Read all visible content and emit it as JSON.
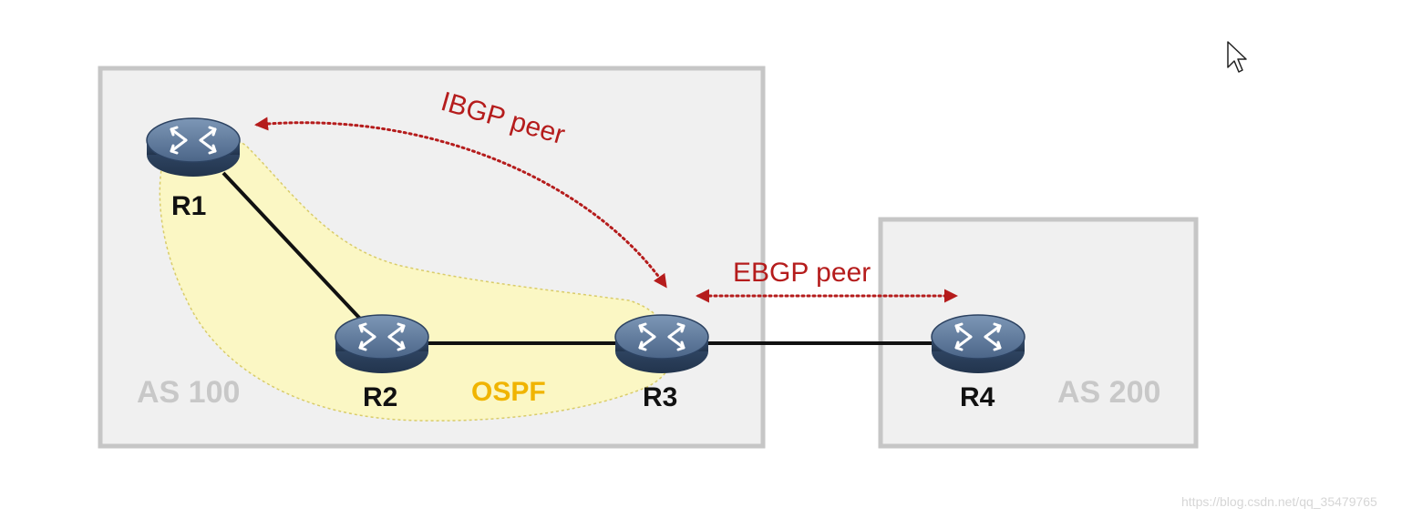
{
  "diagram": {
    "as_boxes": [
      {
        "id": "as100",
        "label": "AS 100"
      },
      {
        "id": "as200",
        "label": "AS 200"
      }
    ],
    "routers": [
      {
        "id": "r1",
        "label": "R1"
      },
      {
        "id": "r2",
        "label": "R2"
      },
      {
        "id": "r3",
        "label": "R3"
      },
      {
        "id": "r4",
        "label": "R4"
      }
    ],
    "links": [
      {
        "from": "R1",
        "to": "R2"
      },
      {
        "from": "R2",
        "to": "R3"
      },
      {
        "from": "R3",
        "to": "R4"
      }
    ],
    "peerings": [
      {
        "type": "ibgp",
        "label": "IBGP peer",
        "between": [
          "R1",
          "R3"
        ]
      },
      {
        "type": "ebgp",
        "label": "EBGP peer",
        "between": [
          "R3",
          "R4"
        ]
      }
    ],
    "ospf_area": {
      "label": "OSPF",
      "members": [
        "R1",
        "R2",
        "R3"
      ]
    },
    "colors": {
      "peer": "#b51c1c",
      "ospf_text": "#f0b400",
      "ospf_fill": "#fbf7c4",
      "as_box_fill": "#f0f0f0",
      "router_body": "#3d5675"
    }
  },
  "watermark": "https://blog.csdn.net/qq_35479765"
}
